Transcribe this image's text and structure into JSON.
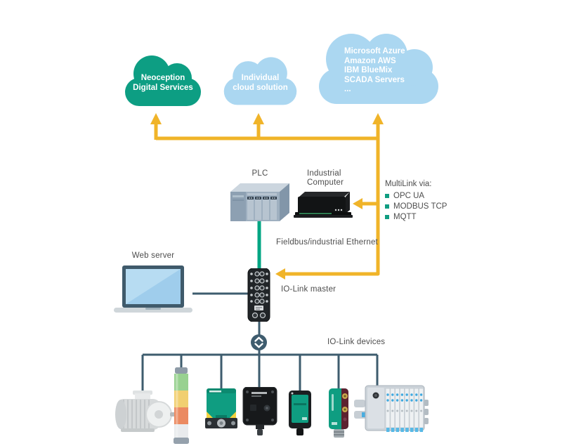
{
  "clouds": [
    {
      "name": "neoception-cloud",
      "lines": [
        "Neoception",
        "Digital Services"
      ],
      "color": "#0d9e83"
    },
    {
      "name": "individual-cloud",
      "lines": [
        "Individual",
        "cloud solution"
      ],
      "color": "#abd7f1"
    },
    {
      "name": "public-cloud",
      "lines": [
        "Microsoft Azure",
        "Amazon AWS",
        "IBM BlueMix",
        "SCADA Servers",
        "..."
      ],
      "color": "#abd7f1"
    }
  ],
  "labels": {
    "plc": "PLC",
    "industrial_computer_line1": "Industrial",
    "industrial_computer_line2": "Computer",
    "fieldbus": "Fieldbus/industrial Ethernet",
    "web_server": "Web server",
    "io_link_master": "IO-Link master",
    "io_link_devices": "IO-Link devices"
  },
  "multilink": {
    "title": "MultiLink via:",
    "items": [
      "OPC UA",
      "MODBUS TCP",
      "MQTT"
    ]
  },
  "devices": [
    {
      "name": "electric-motor"
    },
    {
      "name": "signal-tower"
    },
    {
      "name": "inductive-sensor"
    },
    {
      "name": "io-link-sensor-block"
    },
    {
      "name": "photoelectric-sensor"
    },
    {
      "name": "slim-photoelectric-sensor"
    },
    {
      "name": "valve-terminal"
    }
  ],
  "colors": {
    "teal_cloud": "#0d9e83",
    "light_blue_cloud": "#abd7f1",
    "arrow_yellow": "#f0b429",
    "line_slate": "#3e5c6e",
    "fieldbus_green": "#00a583",
    "bullet_green": "#0f9d81",
    "text_gray": "#4d4d4d"
  }
}
